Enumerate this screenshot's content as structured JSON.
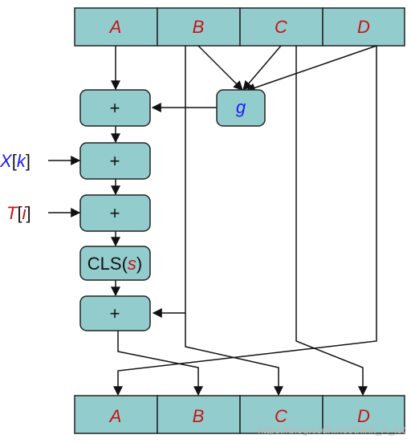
{
  "registers_top": [
    "A",
    "B",
    "C",
    "D"
  ],
  "registers_bottom": [
    "A",
    "B",
    "C",
    "D"
  ],
  "g_label": "g",
  "plus": "+",
  "x_input": {
    "name": "X",
    "index": "k"
  },
  "t_input": {
    "name": "T",
    "index": "i"
  },
  "cls": {
    "prefix": "CLS(",
    "arg": "s",
    "suffix": ")"
  },
  "watermark": "https://blog.csdn.net/think_A_lot"
}
